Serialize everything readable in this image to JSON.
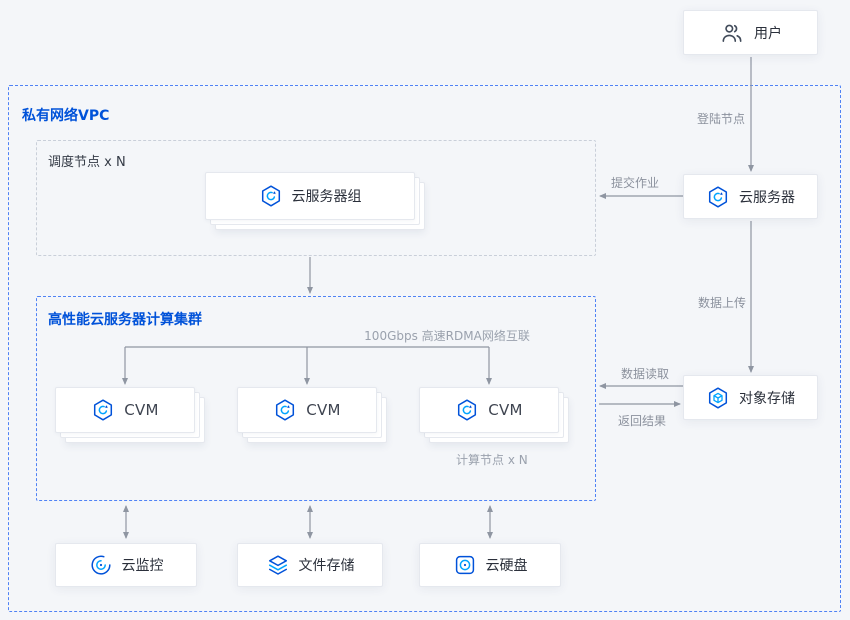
{
  "groups": {
    "vpc": "私有网络VPC",
    "scheduler": "调度节点 x N",
    "cluster": "高性能云服务器计算集群"
  },
  "nodes": {
    "user": "用户",
    "cloud_server": "云服务器",
    "server_group": "云服务器组",
    "cvms": [
      "CVM",
      "CVM",
      "CVM"
    ],
    "object_storage": "对象存储",
    "cloud_monitor": "云监控",
    "file_storage": "文件存储",
    "cloud_disk": "云硬盘"
  },
  "edge_labels": {
    "login_node": "登陆节点",
    "submit_job": "提交作业",
    "data_upload": "数据上传",
    "data_read": "数据读取",
    "return_result": "返回结果"
  },
  "annotations": {
    "rdma_network": "100Gbps 高速RDMA网络互联",
    "compute_nodes": "计算节点 x N"
  },
  "colors": {
    "accent_blue": "#0052d9",
    "icon_cyan": "#00a4ff",
    "border_blue": "#4f82f5",
    "arrow_gray": "#8f96a2",
    "gray_label": "#8b919d",
    "bg": "#f4f6f9"
  }
}
